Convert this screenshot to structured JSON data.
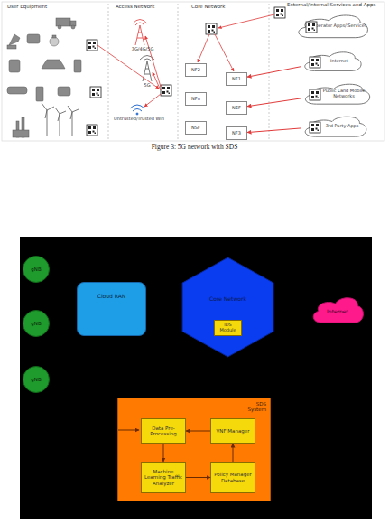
{
  "diagram": {
    "caption": "Figure 3: 5G network with SDS",
    "nodes": [
      {
        "text": [
          "NF2"
        ]
      },
      {
        "text": [
          "NF1"
        ]
      },
      {
        "text": [
          "NFn"
        ]
      },
      {
        "text": [
          "NEF"
        ]
      },
      {
        "text": [
          "NSF"
        ]
      },
      {
        "text": [
          "NF3"
        ]
      },
      {
        "text": [
          "Operator Apps/ Services"
        ]
      },
      {
        "text": [
          "Internet"
        ]
      },
      {
        "text": [
          "Public Land Mobile Networks"
        ]
      },
      {
        "text": [
          "3rd Party Apps"
        ]
      },
      {
        "text": [
          "gNB"
        ]
      },
      {
        "text": [
          "gNB"
        ]
      },
      {
        "text": [
          "gNB"
        ]
      },
      {
        "text": [
          "Cloud RAN"
        ]
      },
      {
        "text": [
          "Core Network"
        ]
      },
      {
        "text": [
          "IDS Module"
        ],
        "in": 14
      },
      {
        "text": [
          "Internet"
        ]
      },
      {
        "text": [
          "SDS System"
        ]
      },
      {
        "text": [
          "Data Pre-Processing"
        ],
        "in": 17
      },
      {
        "text": [
          "VNF Manager"
        ],
        "in": 17
      },
      {
        "text": [
          "Machine Learning Traffic Analyzer"
        ],
        "in": 17
      },
      {
        "text": [
          "Policy Manager Database"
        ],
        "in": 17
      }
    ],
    "edges": [
      {
        "from": 7,
        "to": 1,
        "arrow": "to"
      },
      {
        "from": 8,
        "to": 3,
        "arrow": "to"
      },
      {
        "from": 9,
        "to": 5,
        "arrow": "to"
      },
      {
        "from": 18,
        "to": 20,
        "arrow": "to"
      },
      {
        "from": 20,
        "to": 21,
        "arrow": "to"
      },
      {
        "from": 21,
        "to": 19,
        "arrow": "to"
      },
      {
        "from": 19,
        "to": 18,
        "arrow": "to"
      }
    ],
    "labels": [
      "User Equipment",
      "Access Network",
      "Core Network",
      "External/Internal Services and Apps",
      "3G/4G/5G",
      "5G",
      "Untrusted/Trusted Wifi"
    ]
  }
}
